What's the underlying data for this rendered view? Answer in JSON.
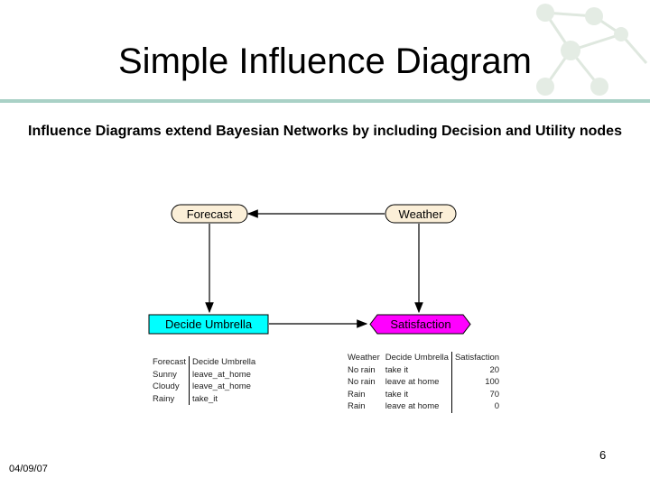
{
  "slide": {
    "title": "Simple Influence Diagram",
    "subtitle": "Influence Diagrams extend Bayesian Networks by including Decision and Utility nodes",
    "date": "04/09/07",
    "page_number": "6"
  },
  "colors": {
    "accent_rule": "#a9d1c6",
    "chance_node_fill": "#fbefd8",
    "decision_node_fill": "#00ffff",
    "utility_node_fill": "#ff00ff"
  },
  "diagram": {
    "nodes": {
      "forecast": "Forecast",
      "weather": "Weather",
      "decide_umbrella": "Decide Umbrella",
      "satisfaction": "Satisfaction"
    }
  },
  "decision_table": {
    "headers": [
      "Forecast",
      "Decide Umbrella"
    ],
    "rows": [
      [
        "Sunny",
        "leave_at_home"
      ],
      [
        "Cloudy",
        "leave_at_home"
      ],
      [
        "Rainy",
        "take_it"
      ]
    ]
  },
  "utility_table": {
    "headers": [
      "Weather",
      "Decide Umbrella",
      "Satisfaction"
    ],
    "rows": [
      [
        "No rain",
        "take it",
        "20"
      ],
      [
        "No rain",
        "leave at home",
        "100"
      ],
      [
        "Rain",
        "take it",
        "70"
      ],
      [
        "Rain",
        "leave at home",
        "0"
      ]
    ]
  }
}
